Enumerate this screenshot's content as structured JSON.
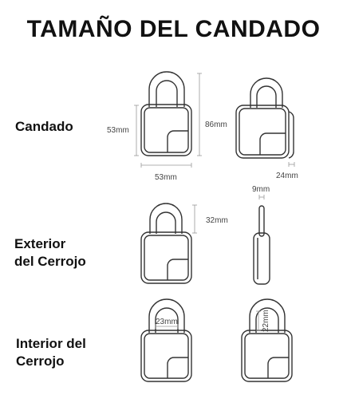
{
  "title": "TAMAÑO DEL CANDADO",
  "sections": [
    {
      "label": "Candado"
    },
    {
      "label": "Exterior\ndel Cerrojo"
    },
    {
      "label": "Interior del\nCerrojo"
    }
  ],
  "dimensions": {
    "height_body": "53mm",
    "height_total": "86mm",
    "width_body": "53mm",
    "depth": "24mm",
    "shackle_thickness": "9mm",
    "shackle_outer_height": "32mm",
    "shackle_inner_width": "23mm",
    "shackle_inner_height": "22mm"
  },
  "colors": {
    "outline": "#333333",
    "dimension_line": "#999999",
    "text": "#111111"
  }
}
